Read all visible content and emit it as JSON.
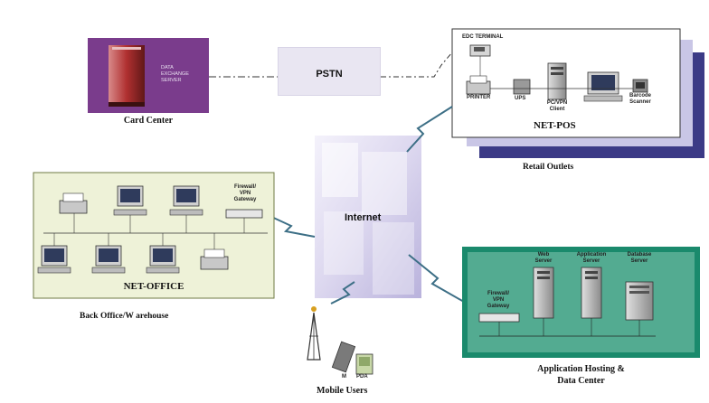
{
  "card_center": {
    "label": "Card Center",
    "server_text": [
      "DATA",
      "EXCHANGE",
      "SERVER"
    ]
  },
  "pstn": {
    "label": "PSTN"
  },
  "retail": {
    "edc_label": "EDC TERMINAL",
    "printer_label": "PRINTER",
    "ups_label": "UPS",
    "pc_vpn_label": [
      "PC/VPN",
      "Client"
    ],
    "barcode_label": [
      "Barcode",
      "Scanner"
    ],
    "net_pos_label": "NET-POS",
    "outlets_label": "Retail Outlets"
  },
  "internet": {
    "label": "Internet"
  },
  "office": {
    "firewall_label": [
      "Firewall/",
      "VPN",
      "Gateway"
    ],
    "net_office_label": "NET-OFFICE",
    "caption": "Back Office/W arehouse"
  },
  "mobile": {
    "m_label": "M",
    "pda_label": "PDA",
    "caption": "Mobile Users"
  },
  "hosting": {
    "firewall_label": [
      "Firewall/",
      "VPN",
      "Gateway"
    ],
    "web_label": [
      "Web",
      "Server"
    ],
    "app_label": [
      "Application",
      "Server"
    ],
    "db_label": [
      "Database",
      "Server"
    ],
    "caption": [
      "Application Hosting &",
      "Data Center"
    ]
  },
  "colors": {
    "card_box": "#7a3c8c",
    "retail_back": "#3b3a86",
    "retail_mid": "#c9c6e6",
    "office_box": "#eef2d8",
    "office_border": "#6f7a43",
    "hosting_box": "#1a8a6c",
    "hosting_inner": "#bfe8d6",
    "link_zigzag": "#3d6f86"
  }
}
